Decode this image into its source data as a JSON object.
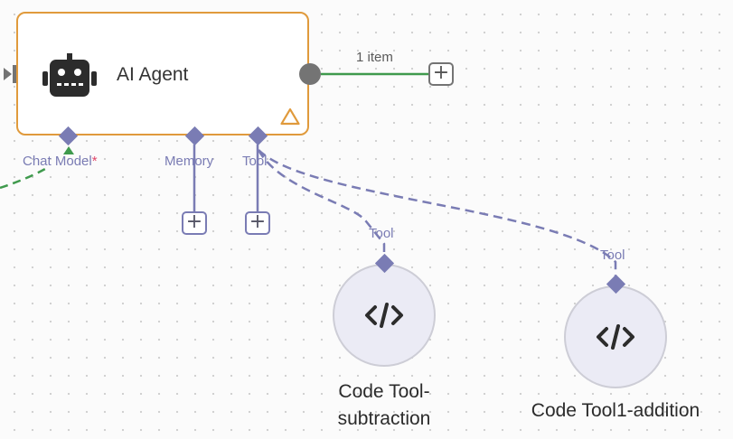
{
  "agent_node": {
    "title": "AI Agent",
    "icon": "robot-icon",
    "warning_icon": "warning-triangle-icon"
  },
  "output": {
    "items_label": "1 item",
    "add_label": "+"
  },
  "connectors": {
    "chat_model_label": "Chat Model",
    "chat_model_required": "*",
    "memory_label": "Memory",
    "tool_label": "Tool",
    "memory_add_label": "+",
    "tool_add_label": "+"
  },
  "tools": [
    {
      "connector_label": "Tool",
      "name_line1": "Code Tool-",
      "name_line2": "subtraction",
      "icon": "code-icon"
    },
    {
      "connector_label": "Tool",
      "name_line1": "Code Tool1-addition",
      "icon": "code-icon"
    }
  ],
  "colors": {
    "agent_border": "#e09a3c",
    "connector": "#7a7cb4",
    "output_edge": "#3f9a4d",
    "chat_edge": "#3f9a4d",
    "required_marker": "#e0476b"
  }
}
